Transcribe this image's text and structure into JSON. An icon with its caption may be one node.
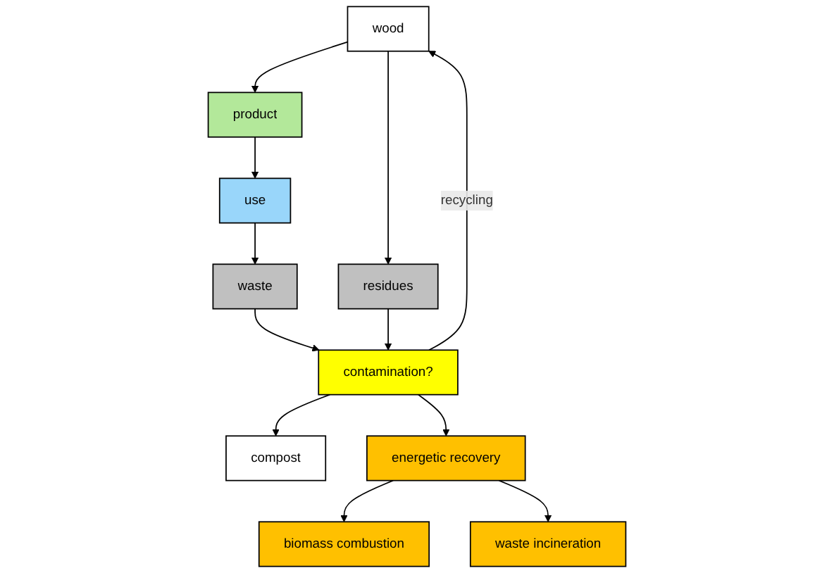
{
  "diagram": {
    "nodes": [
      {
        "text": [
          "wood"
        ]
      },
      {
        "text": [
          "product"
        ]
      },
      {
        "text": [
          "use"
        ]
      },
      {
        "text": [
          "waste"
        ]
      },
      {
        "text": [
          "residues"
        ]
      },
      {
        "text": [
          "contamination?"
        ]
      },
      {
        "text": [
          "compost"
        ]
      },
      {
        "text": [
          "energetic recovery"
        ]
      },
      {
        "text": [
          "biomass combustion"
        ]
      },
      {
        "text": [
          "waste incineration"
        ]
      }
    ],
    "edges": [
      {
        "from": 0,
        "to": 1,
        "arrow": "to"
      },
      {
        "from": 0,
        "to": 4,
        "arrow": "to"
      },
      {
        "from": 1,
        "to": 2,
        "arrow": "to"
      },
      {
        "from": 2,
        "to": 3,
        "arrow": "to"
      },
      {
        "from": 3,
        "to": 5,
        "arrow": "to"
      },
      {
        "from": 4,
        "to": 5,
        "arrow": "to"
      },
      {
        "from": 5,
        "to": 0,
        "arrow": "to",
        "label": "recycling"
      },
      {
        "from": 5,
        "to": 6,
        "arrow": "to"
      },
      {
        "from": 5,
        "to": 7,
        "arrow": "to"
      },
      {
        "from": 7,
        "to": 8,
        "arrow": "to"
      },
      {
        "from": 7,
        "to": 9,
        "arrow": "to"
      }
    ]
  }
}
